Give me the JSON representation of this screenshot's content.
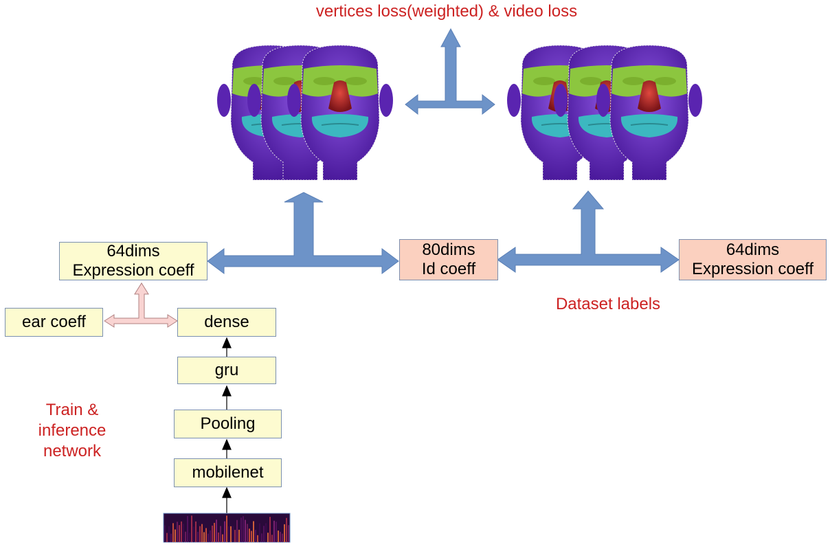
{
  "title": "vertices loss(weighted) & video loss",
  "dataset_caption": "Dataset labels",
  "network_caption": [
    "Train &",
    "inference",
    "network"
  ],
  "pred_expression": {
    "line1": "64dims",
    "line2": "Expression coeff"
  },
  "id_coeff": {
    "line1": "80dims",
    "line2": "Id coeff"
  },
  "label_expression": {
    "line1": "64dims",
    "line2": "Expression coeff"
  },
  "ear_coeff": "ear coeff",
  "network_layers": {
    "dense": "dense",
    "gru": "gru",
    "pooling": "Pooling",
    "mobilenet": "mobilenet"
  },
  "colors": {
    "accent_red": "#cc2222",
    "box_yellow": "#fdfbd0",
    "box_peach": "#fbd0bf",
    "arrow_blue": "#6d93c8",
    "arrow_pink": "#f9d4d2",
    "face_purple": "#6a2cc0",
    "face_green": "#8cc63f",
    "face_red": "#b8262a",
    "face_teal": "#3cb8c0"
  },
  "icons": [
    "face-mesh-icon",
    "spectrogram-icon"
  ]
}
